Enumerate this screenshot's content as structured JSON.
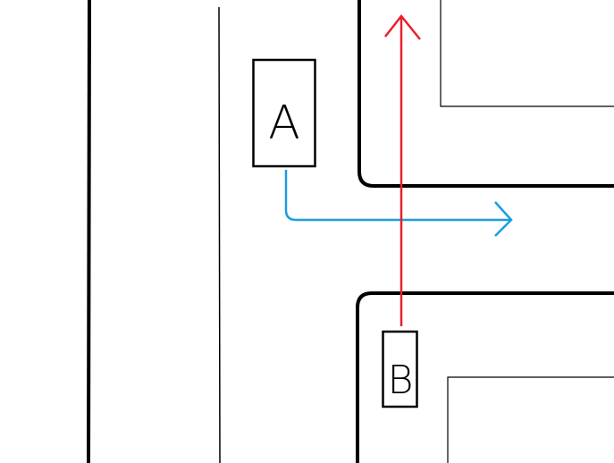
{
  "diagram": {
    "colors": {
      "background": "#ffffff",
      "road_lines": "#000000",
      "path_a": "#1a9ee0",
      "path_b": "#e8202a"
    },
    "vehicles": [
      {
        "id": "A",
        "label": "A"
      },
      {
        "id": "B",
        "label": "B"
      }
    ],
    "paths": [
      {
        "vehicle": "A",
        "direction": "right",
        "color_key": "path_a"
      },
      {
        "vehicle": "B",
        "direction": "up",
        "color_key": "path_b"
      }
    ]
  }
}
